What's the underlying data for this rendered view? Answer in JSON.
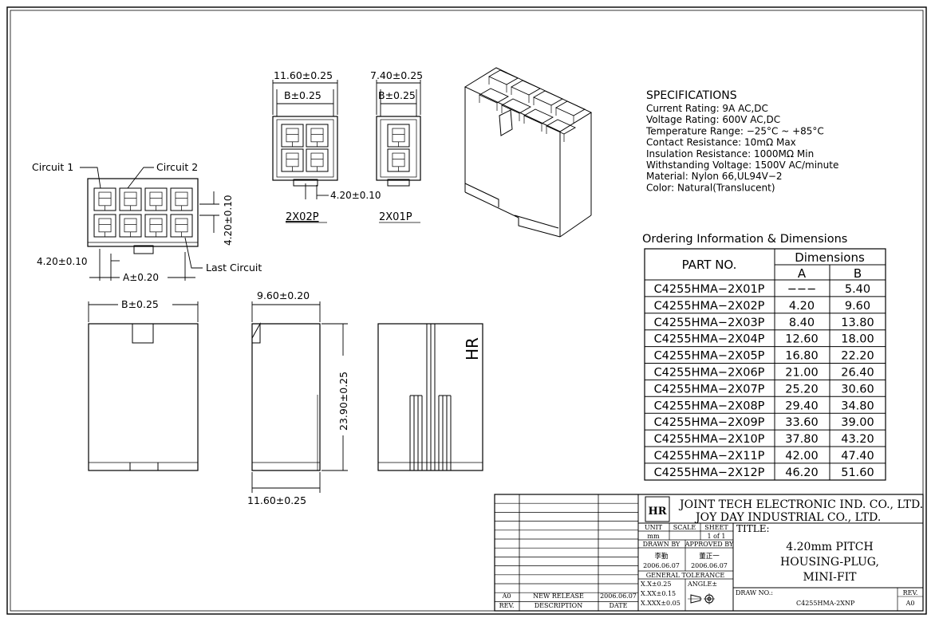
{
  "views": {
    "front": {
      "label_circuit_1": "Circuit 1",
      "label_circuit_2": "Circuit 2",
      "label_last_circuit": "Last Circuit",
      "dim_pitch_v": "4.20±0.10",
      "dim_pitch_h": "4.20±0.10",
      "dim_a": "A±0.20"
    },
    "v2x02": {
      "dim_overall": "11.60±0.25",
      "dim_b": "B±0.25",
      "dim_pitch": "4.20±0.10",
      "name": "2X02P"
    },
    "v2x01": {
      "dim_overall": "7.40±0.25",
      "dim_b": "B±0.25",
      "name": "2X01P"
    },
    "side": {
      "dim_b": "B±0.25",
      "dim_depth": "9.60±0.20",
      "dim_height": "23.90±0.25",
      "dim_width": "11.60±0.25",
      "brand_mark": "HR"
    }
  },
  "specs": {
    "heading": "SPECIFICATIONS",
    "lines": [
      "Current Rating: 9A AC,DC",
      "Voltage Rating: 600V AC,DC",
      "Temperature Range: −25°C ~ +85°C",
      "Contact Resistance: 10mΩ Max",
      "Insulation Resistance: 1000MΩ Min",
      "Withstanding Voltage: 1500V AC/minute",
      "Material: Nylon 66,UL94V−2",
      "Color: Natural(Translucent)"
    ]
  },
  "ordering": {
    "heading": "Ordering Information & Dimensions",
    "col_part": "PART NO.",
    "col_dims": "Dimensions",
    "col_a": "A",
    "col_b": "B",
    "rows": [
      {
        "part": "C4255HMA−2X01P",
        "a": "−−−",
        "b": "5.40"
      },
      {
        "part": "C4255HMA−2X02P",
        "a": "4.20",
        "b": "9.60"
      },
      {
        "part": "C4255HMA−2X03P",
        "a": "8.40",
        "b": "13.80"
      },
      {
        "part": "C4255HMA−2X04P",
        "a": "12.60",
        "b": "18.00"
      },
      {
        "part": "C4255HMA−2X05P",
        "a": "16.80",
        "b": "22.20"
      },
      {
        "part": "C4255HMA−2X06P",
        "a": "21.00",
        "b": "26.40"
      },
      {
        "part": "C4255HMA−2X07P",
        "a": "25.20",
        "b": "30.60"
      },
      {
        "part": "C4255HMA−2X08P",
        "a": "29.40",
        "b": "34.80"
      },
      {
        "part": "C4255HMA−2X09P",
        "a": "33.60",
        "b": "39.00"
      },
      {
        "part": "C4255HMA−2X10P",
        "a": "37.80",
        "b": "43.20"
      },
      {
        "part": "C4255HMA−2X11P",
        "a": "42.00",
        "b": "47.40"
      },
      {
        "part": "C4255HMA−2X12P",
        "a": "46.20",
        "b": "51.60"
      }
    ]
  },
  "title_block": {
    "company_1": "JOINT TECH ELECTRONIC IND. CO., LTD.",
    "company_2": "JOY DAY INDUSTRIAL CO., LTD.",
    "logo_mark": "HR",
    "unit_label": "UNIT",
    "unit_value": "mm",
    "scale_label": "SCALE",
    "scale_value": "",
    "sheet_label": "SHEET",
    "sheet_value": "1 of 1",
    "title_label": "TITLE:",
    "title_lines": [
      "4.20mm PITCH",
      "HOUSING-PLUG,",
      "MINI-FIT"
    ],
    "drawn_by_label": "DRAWN BY",
    "drawn_by_name": "李勤",
    "drawn_by_date": "2006.06.07",
    "approved_by_label": "APPROVED BY",
    "approved_by_name": "董正一",
    "approved_by_date": "2006.06.07",
    "general_tolerance_label": "GENERAL TOLERANCE",
    "tol_x": "X.X±0.25",
    "tol_xx": "X.XX±0.15",
    "tol_xxx": "X.XXX±0.05",
    "angle_label": "ANGLE±",
    "drawing_no_label": "DRAW NO.:",
    "drawing_no": "C4255HMA-2XNP",
    "rev_label": "REV.",
    "rev_value": "A0",
    "revision_rows": [
      {
        "rev": "A0",
        "description": "NEW RELEASE",
        "date": "2006.06.07"
      }
    ],
    "revision_header": {
      "rev": "REV.",
      "description": "DESCRIPTION",
      "date": "DATE"
    }
  }
}
